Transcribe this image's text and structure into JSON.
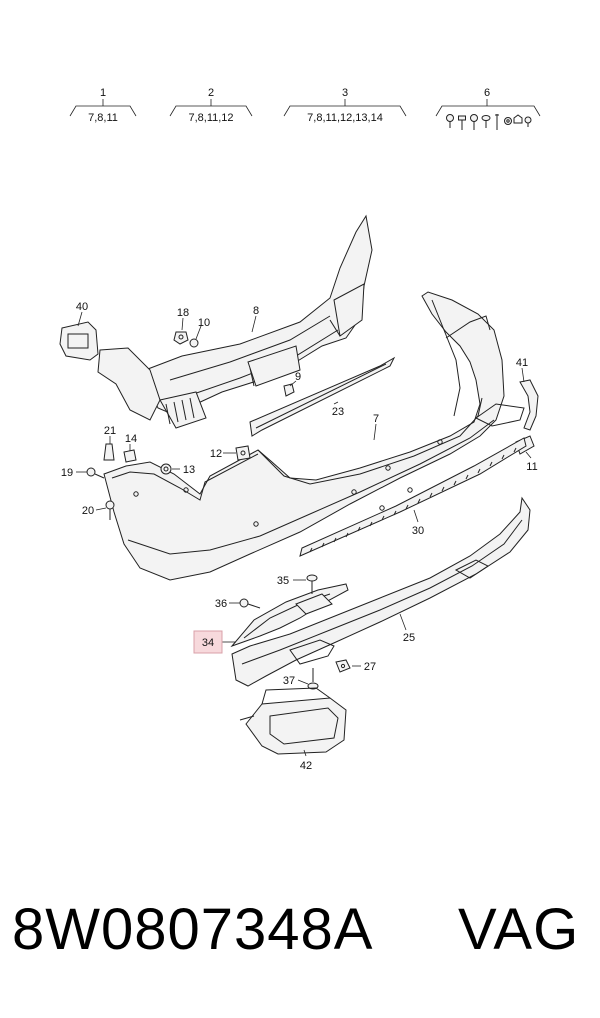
{
  "groups": [
    {
      "num": "1",
      "sub": "7,8,11"
    },
    {
      "num": "2",
      "sub": "7,8,11,12"
    },
    {
      "num": "3",
      "sub": "7,8,11,12,13,14"
    },
    {
      "num": "6",
      "sub": ""
    }
  ],
  "labels": {
    "p40": "40",
    "p18": "18",
    "p10": "10",
    "p8": "8",
    "p9": "9",
    "p23": "23",
    "p7": "7",
    "p41": "41",
    "p21": "21",
    "p14": "14",
    "p12": "12",
    "p13": "13",
    "p19": "19",
    "p20": "20",
    "p11": "11",
    "p30": "30",
    "p35": "35",
    "p36": "36",
    "p34": "34",
    "p25": "25",
    "p27": "27",
    "p37": "37",
    "p42": "42"
  },
  "highlight_color": "#f7d9dc",
  "footer": {
    "part_number": "8W0807348A",
    "brand": "VAG"
  }
}
